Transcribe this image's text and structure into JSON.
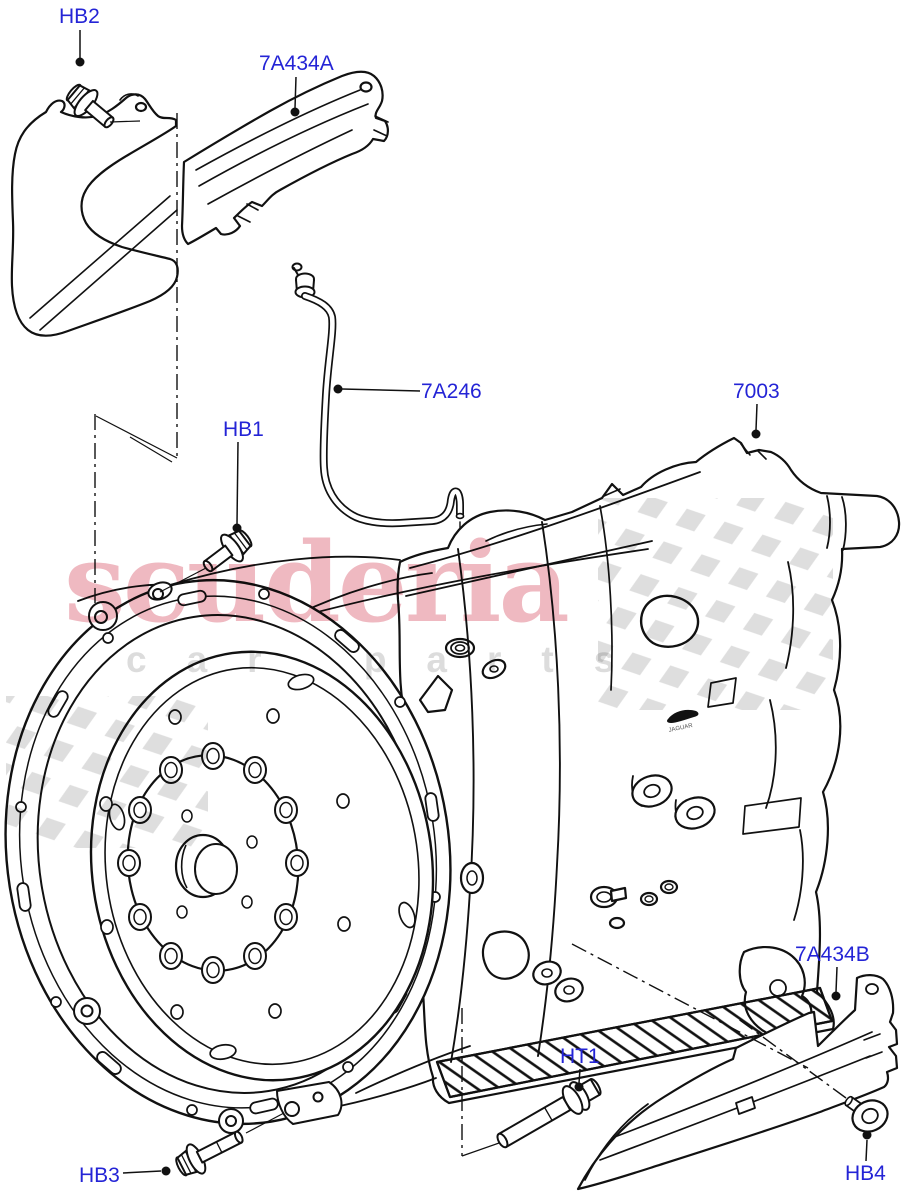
{
  "page": {
    "kind": "parts-catalog-exploded-diagram",
    "background": "#ffffff"
  },
  "colors": {
    "label_blue": "#2424d6",
    "line_black": "#111111",
    "watermark_pink": "#efb9c1",
    "watermark_grey": "#dcdcdc"
  },
  "watermark": {
    "brand": "scuderia",
    "letters": "car parts"
  },
  "labels": {
    "hb2": "HB2",
    "a434a": "7A434A",
    "a246": "7A246",
    "c7003": "7003",
    "hb1": "HB1",
    "a434b": "7A434B",
    "ht1": "HT1",
    "hb3": "HB3",
    "hb4": "HB4"
  }
}
